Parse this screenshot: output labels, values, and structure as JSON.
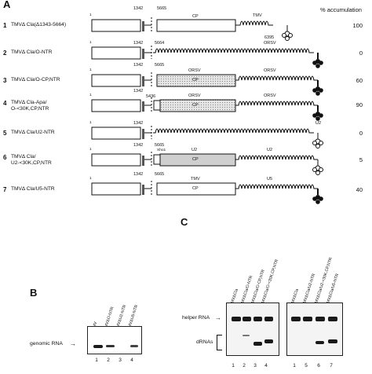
{
  "panels": {
    "a": "A",
    "b": "B",
    "c": "C"
  },
  "accumulation_header": "% accumulation",
  "constructs": [
    {
      "num": "1",
      "name_lines": [
        "TMVΔ Cla(Δ1343-5664)"
      ],
      "accum": "100"
    },
    {
      "num": "2",
      "name_lines": [
        "TMVΔ Cla/O-NTR"
      ],
      "accum": "0"
    },
    {
      "num": "3",
      "name_lines": [
        "TMVΔ Cla/O-CP,NTR"
      ],
      "accum": "60"
    },
    {
      "num": "4",
      "name_lines": [
        "TMVΔ Cla-Apa/",
        "O-<30K,CP,NTR"
      ],
      "accum": "90"
    },
    {
      "num": "5",
      "name_lines": [
        "TMVΔ Cla/U2-NTR"
      ],
      "accum": "0"
    },
    {
      "num": "6",
      "name_lines": [
        "TMVΔ Cla/",
        "U2-<30K,CP,NTR"
      ],
      "accum": "5"
    },
    {
      "num": "7",
      "name_lines": [
        "TMVΔ Cla/U5-NTR"
      ],
      "accum": "40"
    }
  ],
  "positions": {
    "one": "1",
    "p1342": "1342",
    "p5665": "5665",
    "p5664": "5664",
    "p5436": "5436",
    "p6395": "6395",
    "xho": "Xho1"
  },
  "box_labels": {
    "cp": "CP",
    "tmv": "TMV",
    "orsv": "ORSV",
    "u2": "U2",
    "u5": "U5"
  },
  "gel_b": {
    "lanes": [
      "TMV",
      "TMVΔO-NTR",
      "TMVΔU2-NTR",
      "TMVΔU5-NTR"
    ],
    "lane_numbers": [
      "1",
      "2",
      "3",
      "4"
    ],
    "band_label": "genomic RNA"
  },
  "gel_c": {
    "lanes_left": [
      "TMVΔCla",
      "TMVΔCla/O-NTR",
      "TMVΔCla/O-CP,NTR",
      "TMVΔCla/O-<30K,CP,NTR"
    ],
    "lanes_right": [
      "TMVΔCla",
      "TMVΔCla/U2-NTR",
      "TMVΔCla/U2-<30K,CP,NTR",
      "TMVΔCla/U5-NTR"
    ],
    "lane_numbers_left": [
      "1",
      "2",
      "3",
      "4"
    ],
    "lane_numbers_right": [
      "1",
      "5",
      "6",
      "7"
    ],
    "helper_label": "helper RNA",
    "drna_label": "dRNAs"
  }
}
